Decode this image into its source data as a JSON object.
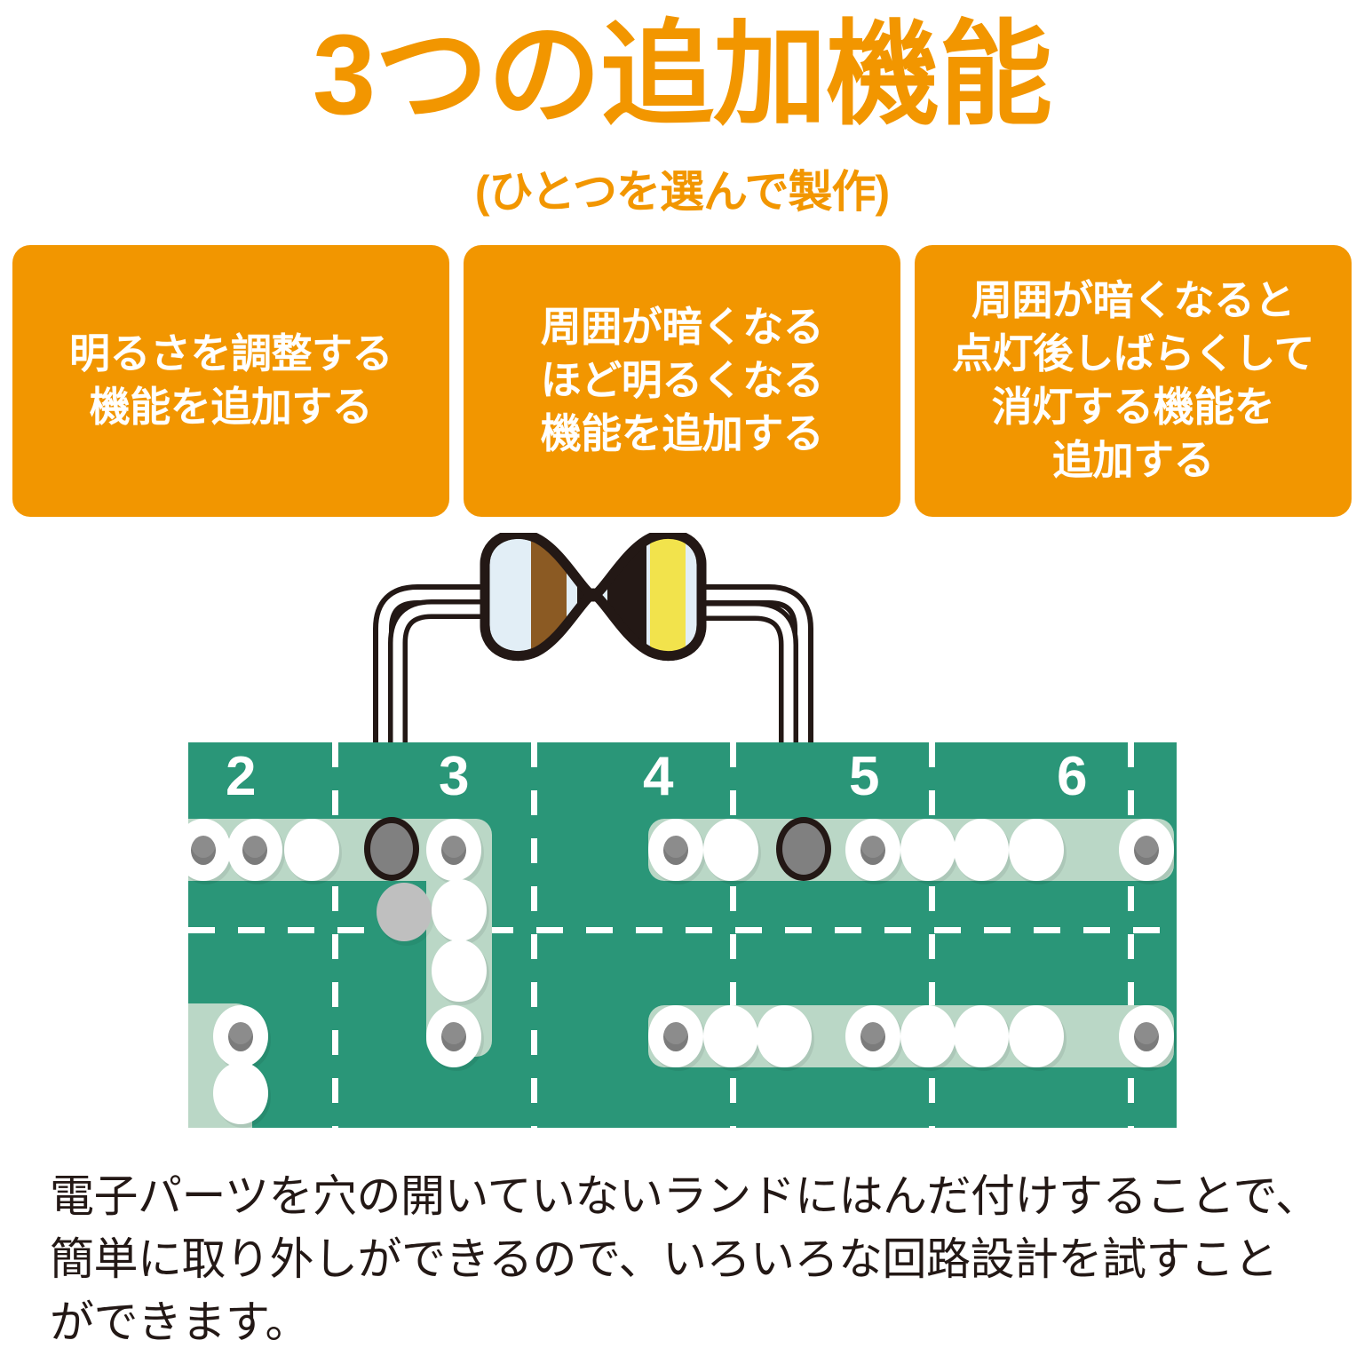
{
  "header": {
    "title": "3つの追加機能",
    "subtitle": "(ひとつを選んで製作)",
    "accent_color": "#F29600"
  },
  "options": {
    "cards": [
      {
        "label": "明るさを調整する\n機能を追加する"
      },
      {
        "label": "周囲が暗くなる\nほど明るくなる\n機能を追加する"
      },
      {
        "label": "周囲が暗くなると\n点灯後しばらくして\n消灯する機能を\n追加する"
      }
    ]
  },
  "illustration": {
    "component": {
      "name": "resistor",
      "body_color": "#E2EEF6",
      "outline_color": "#231815",
      "bands": [
        "brown",
        "black",
        "black",
        "yellow"
      ],
      "band_colors": [
        "#8B5A23",
        "#231815",
        "#231815",
        "#F2E34C"
      ],
      "lead_color": "#FFFFFF"
    },
    "board": {
      "board_color": "#2A9678",
      "trace_color": "#BAD7C6",
      "pad_color": "#FFFFFF",
      "hole_color": "#8C8C8C",
      "solder_color": "#808080",
      "column_labels": [
        "2",
        "3",
        "4",
        "5",
        "6"
      ]
    }
  },
  "caption": {
    "text": "電子パーツを穴の開いていないランドにはんだ付けすることで、\n簡単に取り外しができるので、いろいろな回路設計を試すこと\nができます。"
  }
}
